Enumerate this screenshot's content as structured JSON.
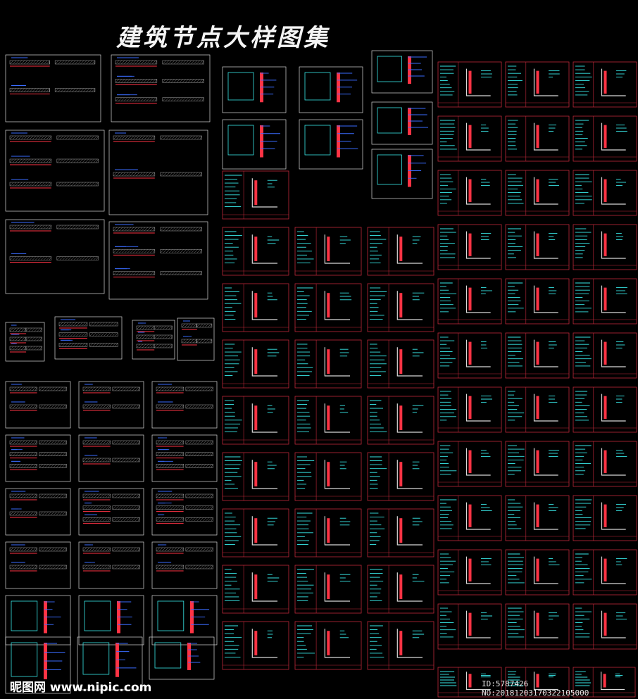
{
  "header": {
    "title": "建筑节点大样图集"
  },
  "watermark": {
    "left": "昵图网 www.nipic.com",
    "right": "ID:5787426 NO:20181203170322105000"
  },
  "colors": {
    "background": "#000000",
    "frame_white": "#d8d8d8",
    "frame_red": "#c0283a",
    "line_cyan": "#38e8e8",
    "text_blue": "#3a6cff",
    "hatch_gray": "#8a8a8a",
    "accent_red": "#ff3344"
  }
}
